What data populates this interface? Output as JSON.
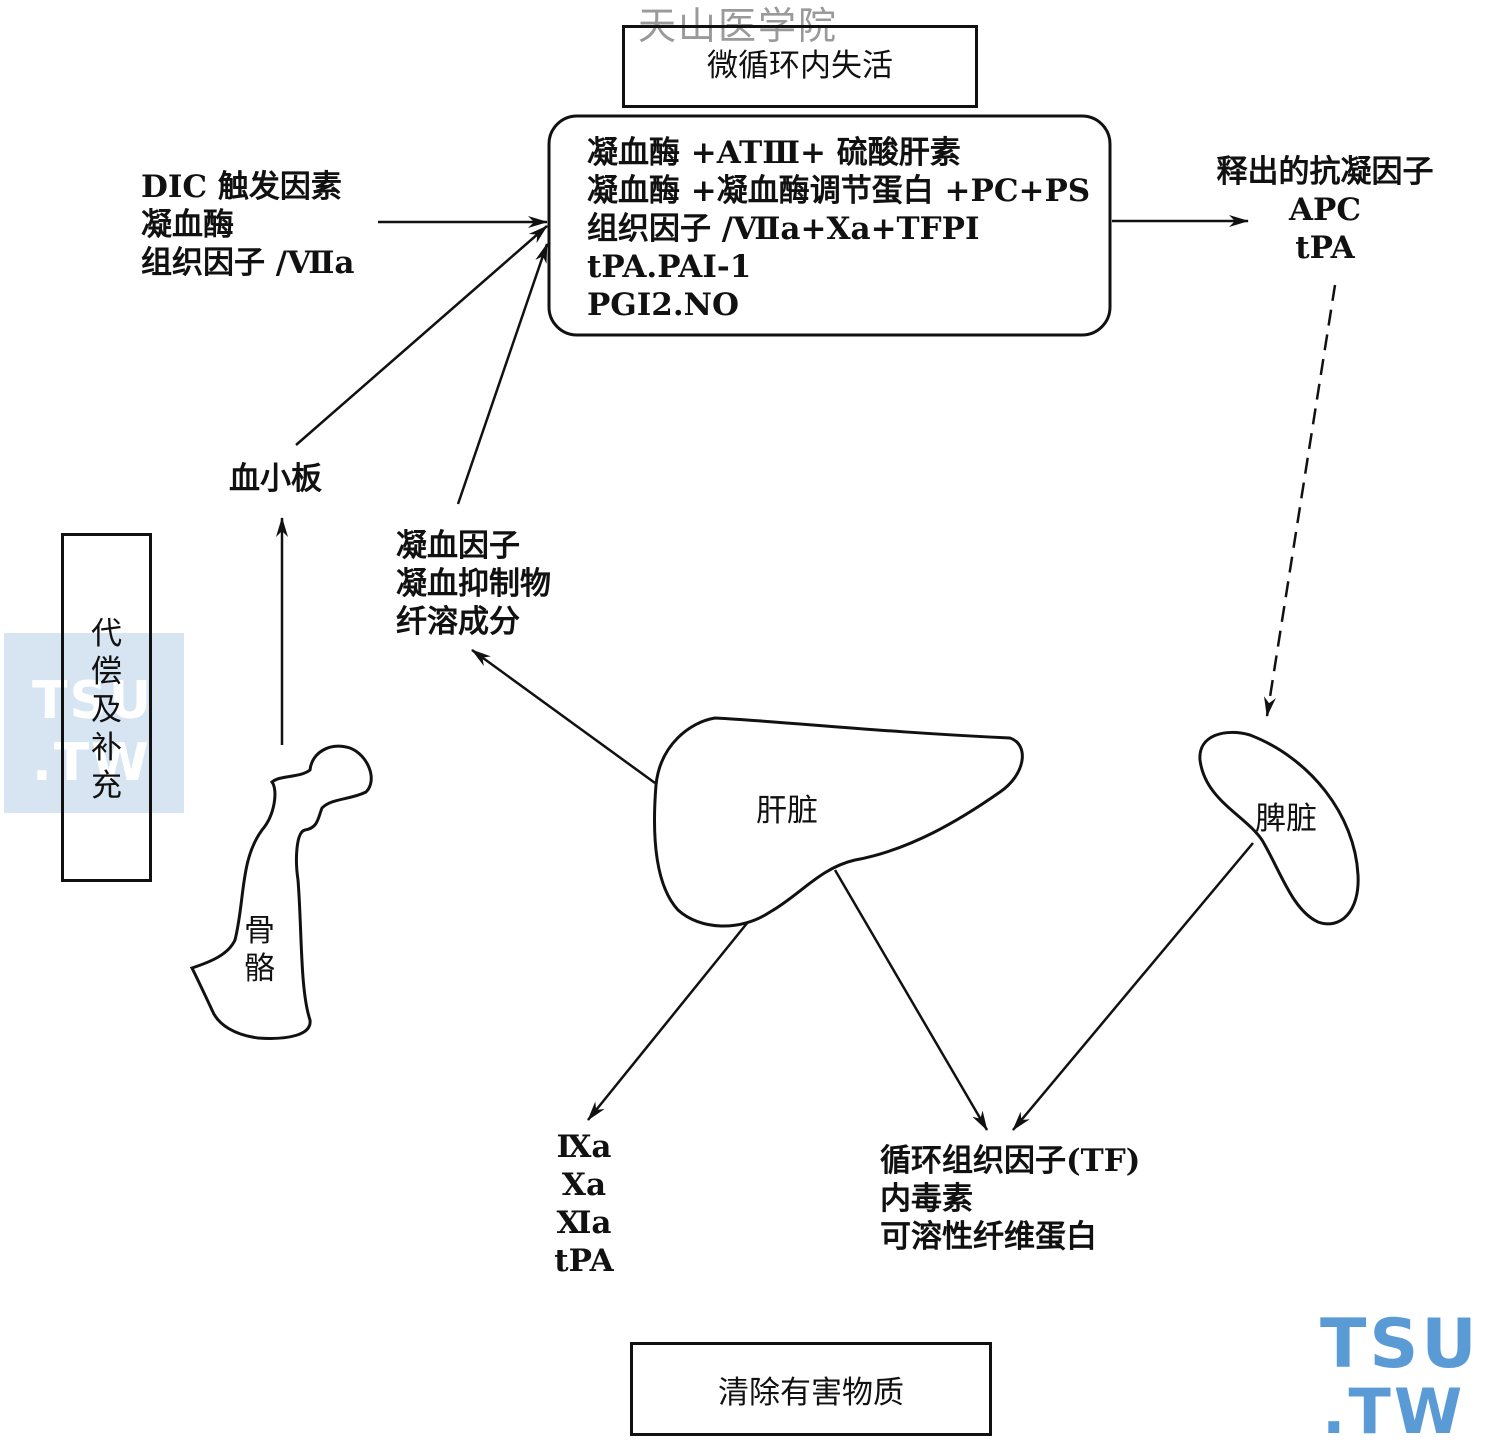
{
  "watermark_text": "天山医学院",
  "watermark_logo": {
    "line1": "TSU",
    "line2": ".TW",
    "color": "#5b9bd5",
    "faded_color": "#cfe0f2"
  },
  "top_box": "微循环内失活",
  "main_box_lines": [
    "凝血酶 +ATⅢ+ 硫酸肝素",
    "凝血酶 +凝血酶调节蛋白 +PC+PS",
    "组织因子 /Ⅶa+Xa+TFPI",
    "tPA.PAI-1",
    "PGI2.NO"
  ],
  "dic_lines": [
    "DIC 触发因素",
    "凝血酶",
    "组织因子 /Ⅶa"
  ],
  "released_lines": [
    "释出的抗凝因子",
    "APC",
    "tPA"
  ],
  "platelet": "血小板",
  "factors_lines": [
    "凝血因子",
    "凝血抑制物",
    "纤溶成分"
  ],
  "compensation_chars": [
    "代",
    "偿",
    "及",
    "补",
    "充"
  ],
  "bone_chars": [
    "骨",
    "骼"
  ],
  "liver": "肝脏",
  "spleen": "脾脏",
  "activated_lines": [
    "Ⅸa",
    "Ⅹa",
    "Ⅺa",
    "tPA"
  ],
  "circulating_lines": [
    "循环组织因子(TF)",
    "内毒素",
    "可溶性纤维蛋白"
  ],
  "bottom_box": "清除有害物质"
}
